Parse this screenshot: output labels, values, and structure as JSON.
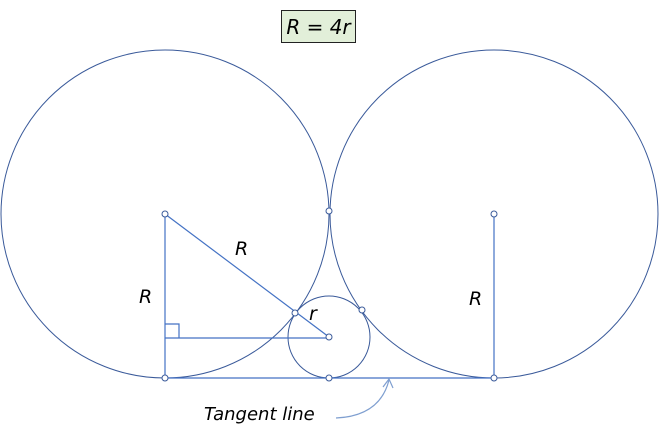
{
  "formula": "R = 4r",
  "labels": {
    "hypotenuse": "R",
    "left_vertical": "R",
    "right_vertical": "R",
    "small_radius": "r",
    "tangent": "Tangent line"
  },
  "colors": {
    "stroke": "#3a5a9a",
    "line": "#4472c4",
    "formula_bg": "#e2efd9"
  }
}
